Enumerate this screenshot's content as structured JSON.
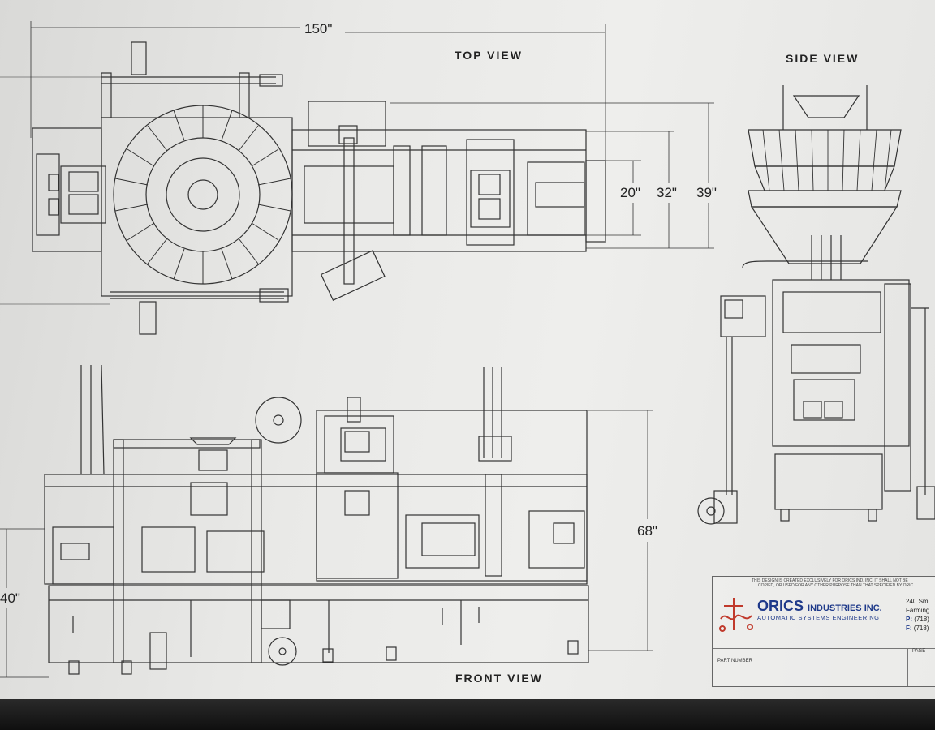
{
  "views": {
    "top": "TOP VIEW",
    "side": "SIDE VIEW",
    "front": "FRONT VIEW"
  },
  "dimensions": {
    "length": "150\"",
    "width_inner": "20\"",
    "width_mid": "32\"",
    "width_outer": "39\"",
    "height": "68\"",
    "height_partial": "40\""
  },
  "title_block": {
    "notice_line1": "THIS DESIGN IS CREATED EXCLUSIVELY FOR ORICS IND. INC. IT SHALL NOT BE",
    "notice_line2": "COPIED, OR USED FOR ANY OTHER PURPOSE THAN THAT SPECIFIED BY ORIC",
    "company": "ORICS",
    "company_suffix": "INDUSTRIES INC.",
    "tagline": "AUTOMATIC SYSTEMS ENGINEERING",
    "address_line1": "240 Smi",
    "address_line2": "Farming",
    "phone_label": "P:",
    "phone": "(718)",
    "fax_label": "F:",
    "fax": "(718)",
    "part_number_label": "PART NUMBER",
    "page_label": "PAGE"
  },
  "colors": {
    "line": "#333333",
    "brand": "#1f3a8a",
    "logo": "#c0392b"
  }
}
